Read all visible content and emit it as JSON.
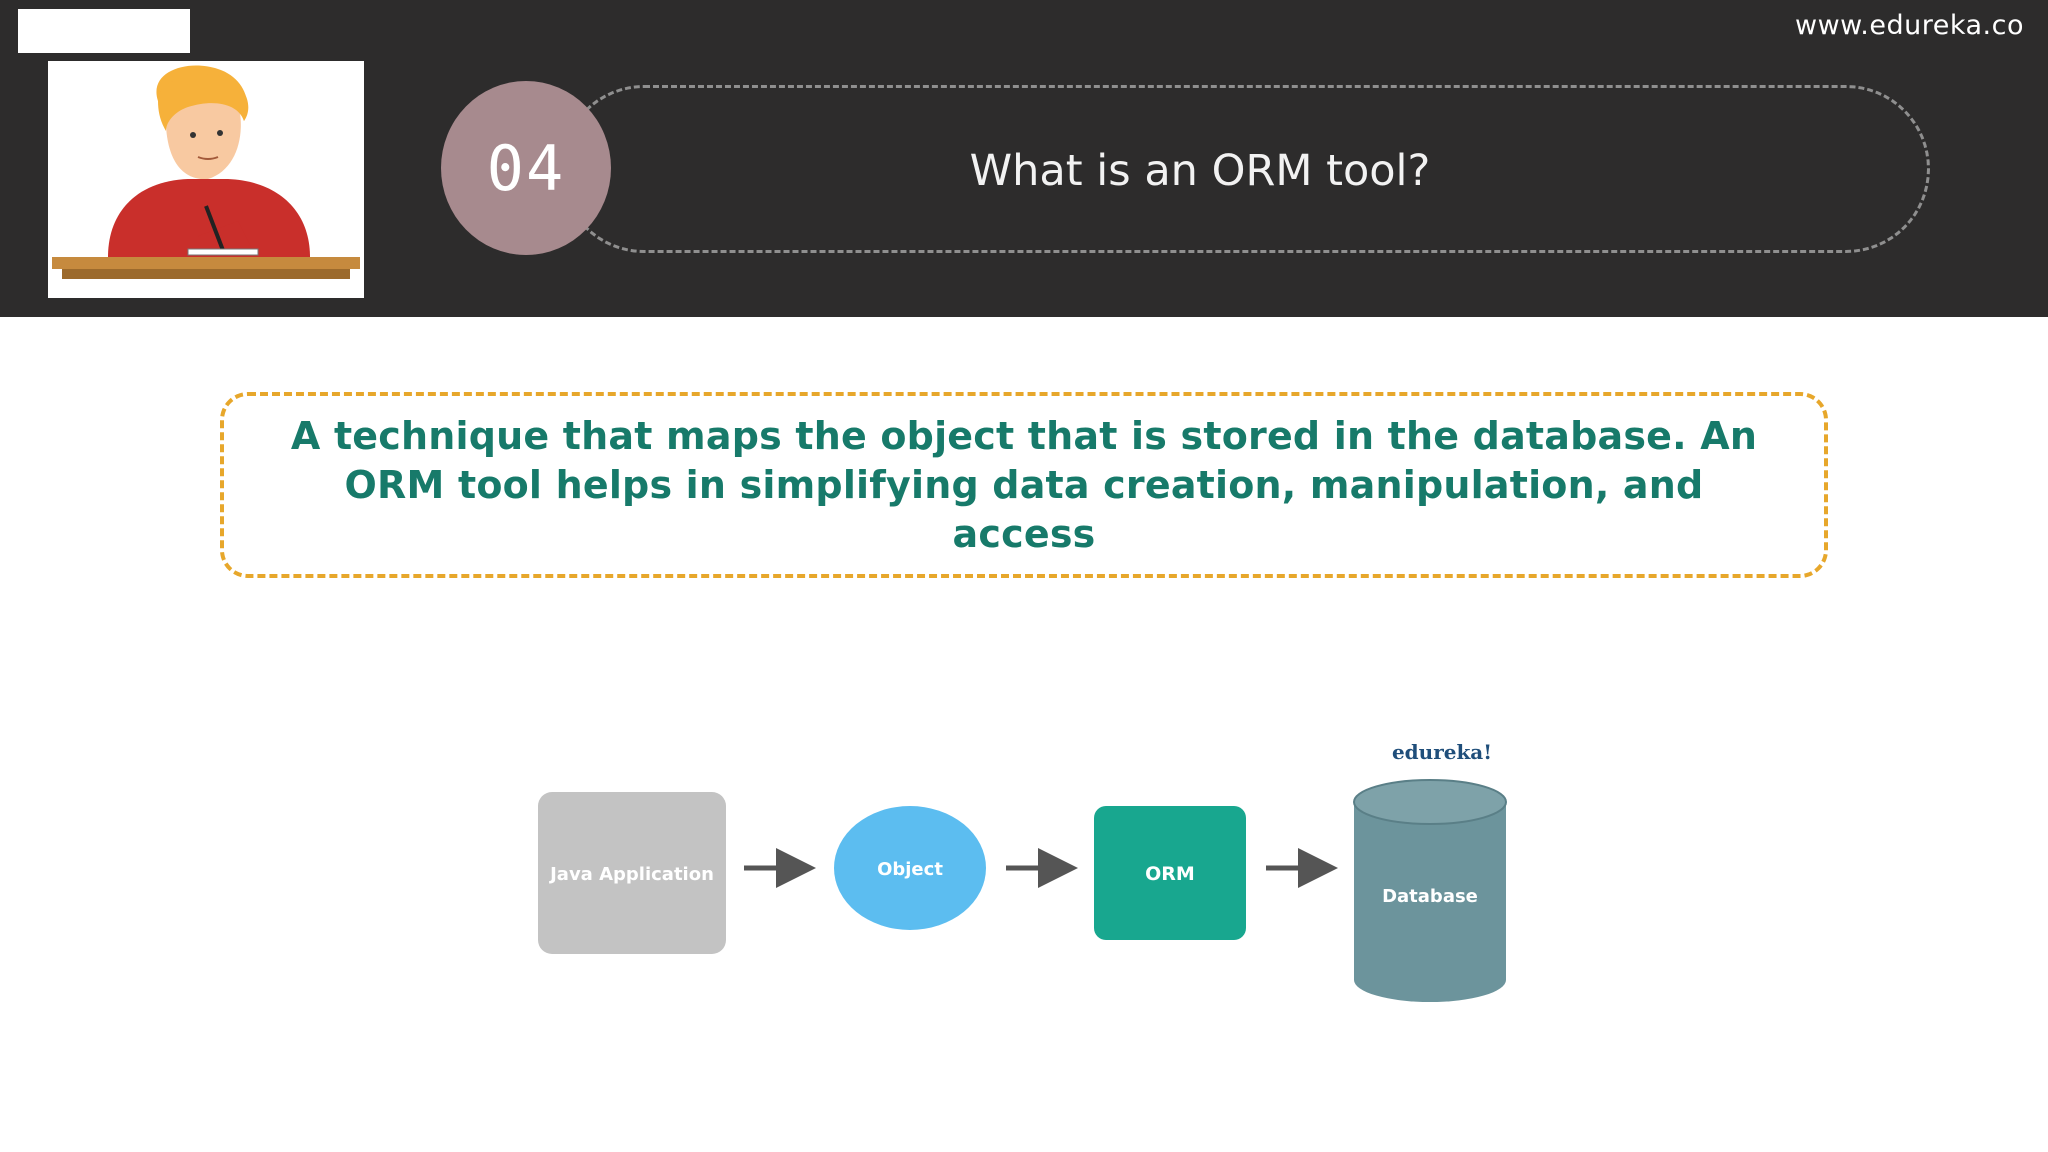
{
  "header": {
    "site_url": "www.edureka.co",
    "section_number": "04",
    "title": "What is an ORM tool?"
  },
  "definition": {
    "text": "A technique that maps the object that is stored in the database. An ORM tool helps in simplifying data creation, manipulation, and access"
  },
  "diagram": {
    "brand": "edureka!",
    "nodes": [
      {
        "label": "Java Application",
        "color": "#c3c3c3"
      },
      {
        "label": "Object",
        "color": "#5cbdf0"
      },
      {
        "label": "ORM",
        "color": "#18a78f"
      },
      {
        "label": "Database",
        "color": "#6c949c"
      }
    ]
  },
  "colors": {
    "header_bg": "#2d2c2c",
    "accent_circle": "#a78a8e",
    "definition_text": "#177a6a",
    "definition_border": "#e7a72b"
  }
}
